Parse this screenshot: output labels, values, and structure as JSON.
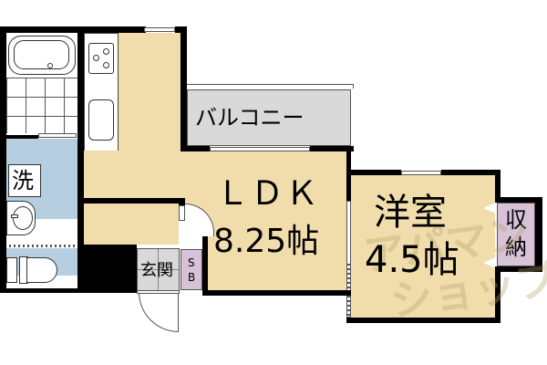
{
  "floor_plan": {
    "rooms": {
      "ldk": {
        "name": "ＬＤＫ",
        "size": "8.25帖"
      },
      "western_room": {
        "name": "洋室",
        "size": "4.5帖"
      },
      "balcony": {
        "name": "バルコニー"
      },
      "storage": {
        "name": "収\n納",
        "line1": "収",
        "line2": "納"
      },
      "entrance": {
        "name": "玄関"
      },
      "shoe_box": {
        "line1": "S",
        "line2": "B"
      },
      "washroom": {
        "name": "洗"
      }
    },
    "watermark": {
      "line1": "アパマン",
      "line2": "ショップ"
    },
    "colors": {
      "living": "#f1ddab",
      "wet_area": "#b5cfe0",
      "storage": "#d8c2d8",
      "balcony": "#d9d9d9",
      "walls": "#000000"
    }
  }
}
